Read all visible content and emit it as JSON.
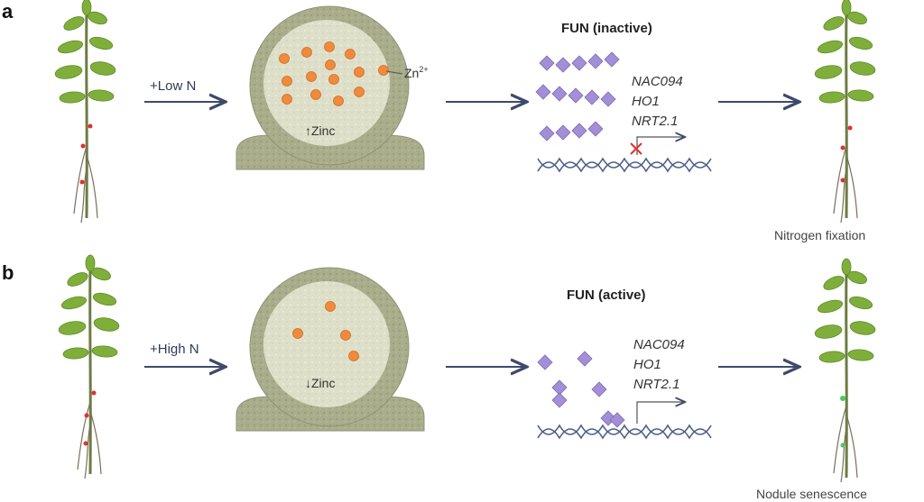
{
  "panel_a": {
    "letter": "a",
    "condition": "+Low N",
    "zinc_label": "↑Zinc",
    "ion_label": "Zn",
    "ion_charge": "2+",
    "fun_state": "FUN (inactive)",
    "genes": [
      "NAC094",
      "HO1",
      "NRT2.1"
    ],
    "outcome": "Nitrogen fixation",
    "zinc_dot_count": 14
  },
  "panel_b": {
    "letter": "b",
    "condition": "+High N",
    "zinc_label": "↓Zinc",
    "fun_state": "FUN (active)",
    "genes": [
      "NAC094",
      "HO1",
      "NRT2.1"
    ],
    "outcome": "Nodule senescence",
    "zinc_dot_count": 4
  },
  "colors": {
    "arrow": "#3d4a6b",
    "zinc_dot": "#f08a3c",
    "protein": "#a38fd6",
    "dna": "#4a5f8a",
    "nodule_outer": "#a9ad8c",
    "nodule_inner": "#dedfc9",
    "plant_leaf": "#7faf3a",
    "repress_mark": "#e03030",
    "senescence_mark": "#3fcf5a"
  }
}
